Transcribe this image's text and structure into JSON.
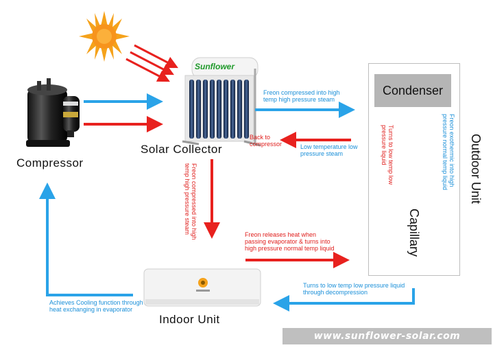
{
  "components": {
    "compressor": "Compressor",
    "solar_collector": "Solar Collector",
    "indoor_unit": "Indoor Unit",
    "condenser": "Condenser",
    "capillary": "Capillary",
    "outdoor_unit": "Outdoor Unit",
    "collector_brand": "Sunflower"
  },
  "annotations": {
    "freon_compressed_steam": "Freon compressed into high temp high pressure steam",
    "back_to_compressor": "Back to compressor",
    "low_temp_steam": "Low temperature low pressure steam",
    "freon_down_collector": "Freon compressed into high temp high pressure steam",
    "freon_exothermic": "Freon exothermic into high pressure normal temp liquid",
    "turns_low_temp_liquid": "Turns to low temp low pressure liquid",
    "freon_releases_heat": "Freon releases heat when passing evaporator & turns into high pressure normal temp liquid",
    "turns_low_temp_decompression": "Turns to low temp low pressure liquid through decompression",
    "achieves_cooling": "Achieves Cooling function through heat exchanging in evaporator"
  },
  "footer": {
    "url": "www.sunflower-solar.com"
  },
  "colors": {
    "red_arrow": "#e8211e",
    "blue_arrow": "#2aa3e8",
    "sun": "#f5a21b"
  },
  "icons": {
    "sun": "sun-icon",
    "compressor": "compressor-icon",
    "solar_collector": "solar-collector-icon",
    "indoor_unit": "indoor-unit-icon",
    "capillary": "capillary-coil-icon"
  }
}
